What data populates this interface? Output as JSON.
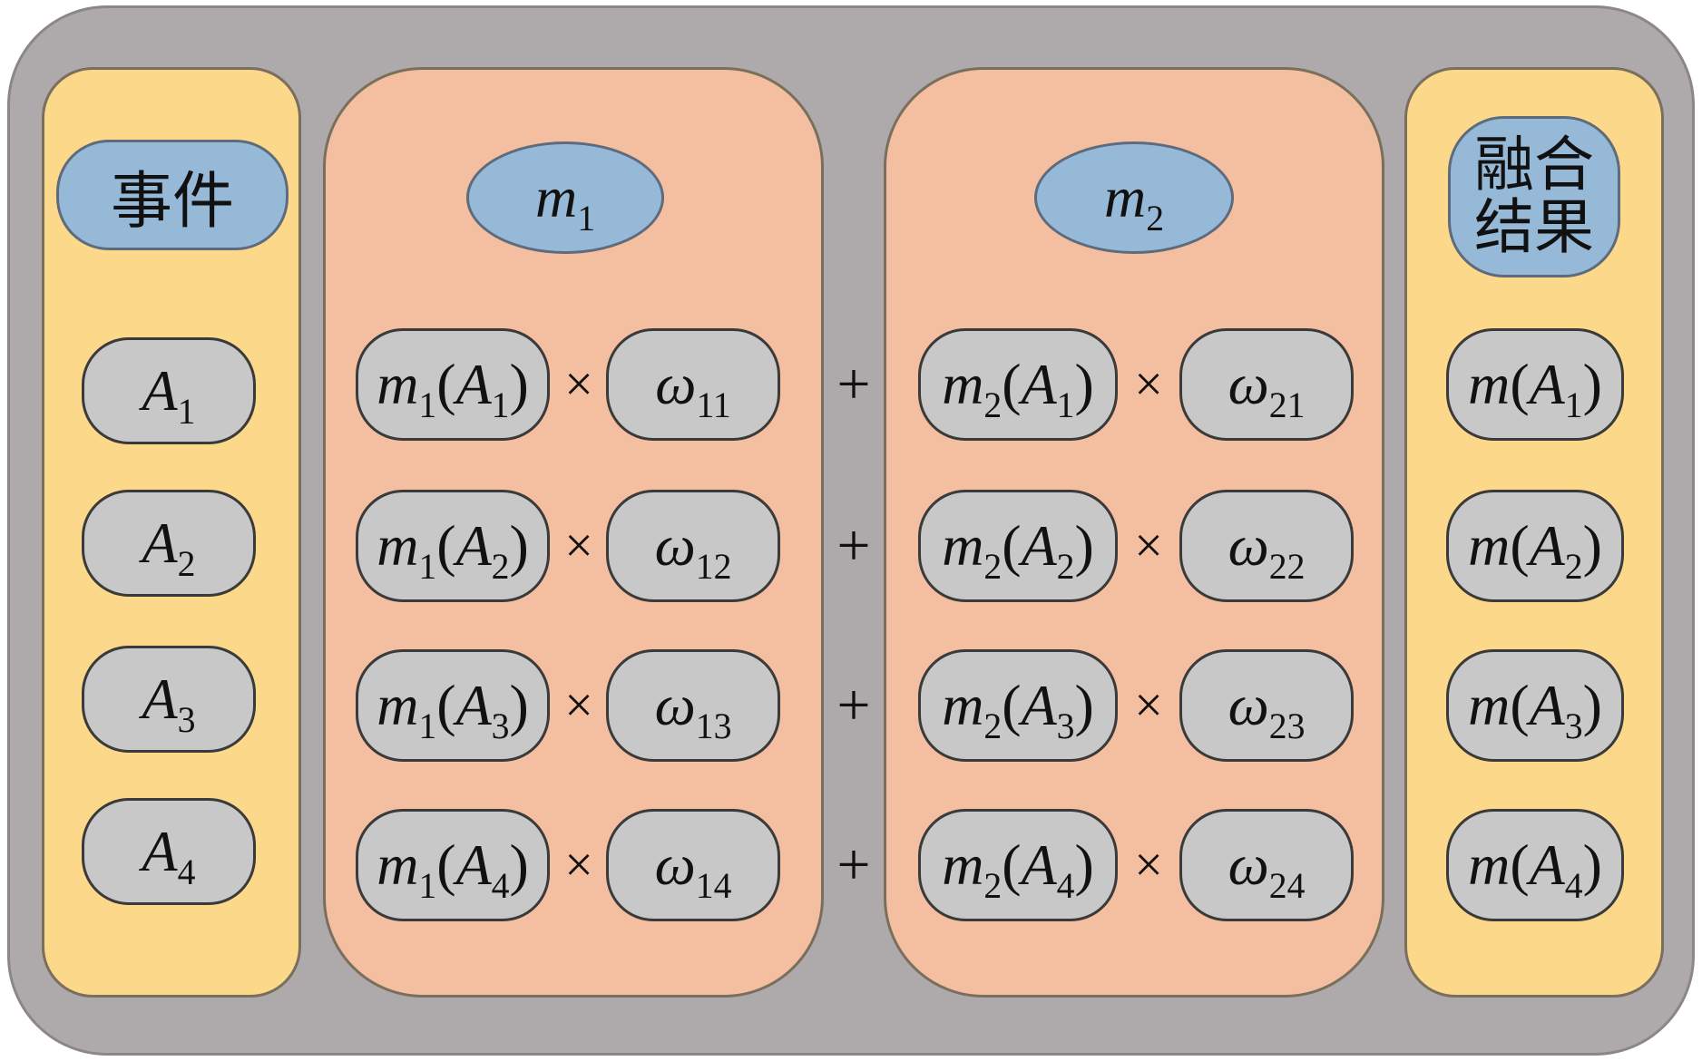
{
  "events_column": {
    "header": "事件",
    "items": [
      {
        "base": "A",
        "sub": "1"
      },
      {
        "base": "A",
        "sub": "2"
      },
      {
        "base": "A",
        "sub": "3"
      },
      {
        "base": "A",
        "sub": "4"
      }
    ]
  },
  "m1_column": {
    "header": {
      "base": "m",
      "sub": "1"
    },
    "rows": [
      {
        "m": "m",
        "m_sub": "1",
        "A": "A",
        "A_sub": "1",
        "w": "ω",
        "w_sub": "11"
      },
      {
        "m": "m",
        "m_sub": "1",
        "A": "A",
        "A_sub": "2",
        "w": "ω",
        "w_sub": "12"
      },
      {
        "m": "m",
        "m_sub": "1",
        "A": "A",
        "A_sub": "3",
        "w": "ω",
        "w_sub": "13"
      },
      {
        "m": "m",
        "m_sub": "1",
        "A": "A",
        "A_sub": "4",
        "w": "ω",
        "w_sub": "14"
      }
    ]
  },
  "m2_column": {
    "header": {
      "base": "m",
      "sub": "2"
    },
    "rows": [
      {
        "m": "m",
        "m_sub": "2",
        "A": "A",
        "A_sub": "1",
        "w": "ω",
        "w_sub": "21"
      },
      {
        "m": "m",
        "m_sub": "2",
        "A": "A",
        "A_sub": "2",
        "w": "ω",
        "w_sub": "22"
      },
      {
        "m": "m",
        "m_sub": "2",
        "A": "A",
        "A_sub": "3",
        "w": "ω",
        "w_sub": "23"
      },
      {
        "m": "m",
        "m_sub": "2",
        "A": "A",
        "A_sub": "4",
        "w": "ω",
        "w_sub": "24"
      }
    ]
  },
  "result_column": {
    "header_line1": "融合",
    "header_line2": "结果",
    "items": [
      {
        "m": "m",
        "A": "A",
        "A_sub": "1"
      },
      {
        "m": "m",
        "A": "A",
        "A_sub": "2"
      },
      {
        "m": "m",
        "A": "A",
        "A_sub": "3"
      },
      {
        "m": "m",
        "A": "A",
        "A_sub": "4"
      }
    ]
  },
  "operators": {
    "times": "×",
    "plus": "+",
    "paren_open": "(",
    "paren_close": ")"
  }
}
